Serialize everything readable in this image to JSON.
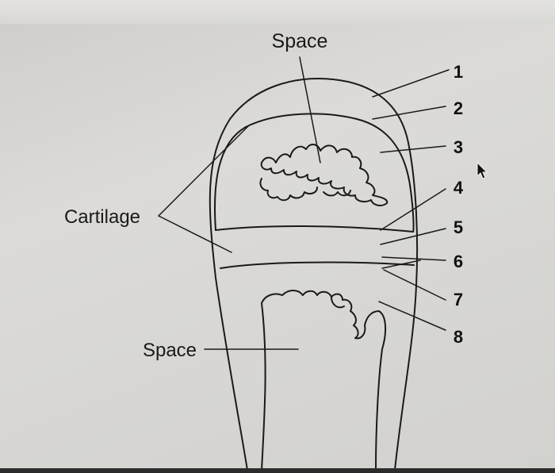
{
  "labels": {
    "space_top": "Space",
    "cartilage": "Cartilage",
    "space_bottom": "Space"
  },
  "numbers": [
    "1",
    "2",
    "3",
    "4",
    "5",
    "6",
    "7",
    "8"
  ],
  "colors": {
    "line": "#1a1a1a",
    "background": "#d9d8d5"
  },
  "icons": {
    "cursor": "mouse-pointer-icon"
  }
}
